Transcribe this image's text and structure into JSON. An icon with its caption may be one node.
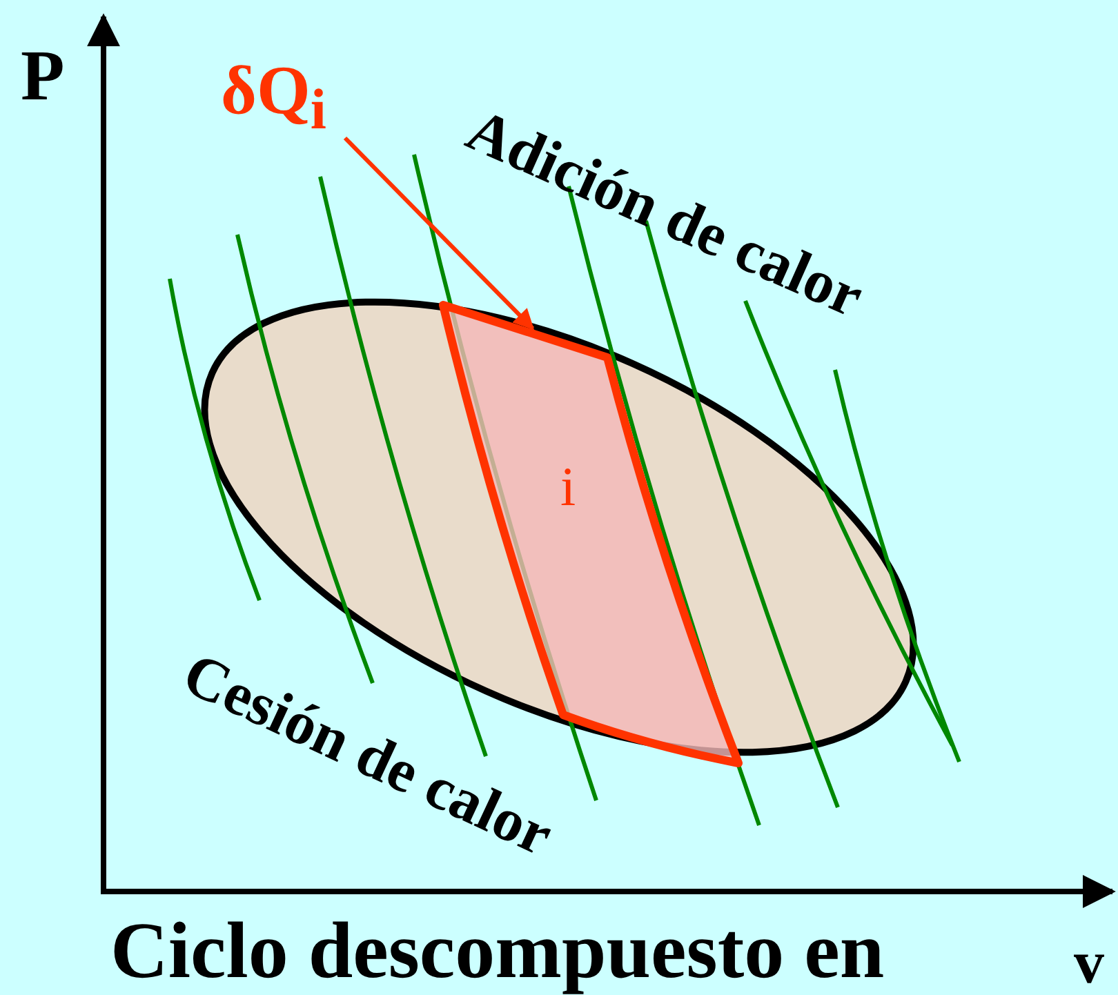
{
  "diagram": {
    "caption": "Ciclo descompuesto en",
    "nodes": [
      {
        "text": [
          "i"
        ]
      },
      {
        "text": [
          "δQ$_{i}$"
        ]
      }
    ],
    "edges": [
      {
        "from": 1,
        "to": 0,
        "arrow": "to"
      }
    ],
    "labels": [
      "P",
      "Adición de calor",
      "Cesión de calor",
      "v"
    ]
  }
}
